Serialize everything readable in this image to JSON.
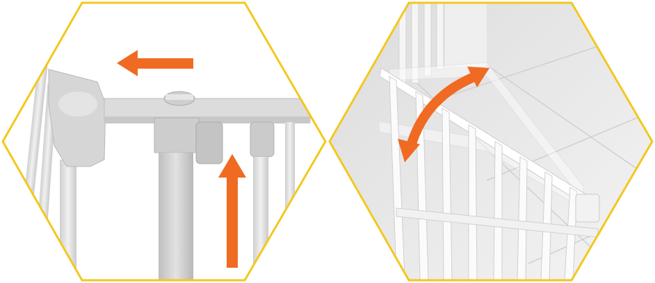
{
  "panels": [
    {
      "id": "latch-detail",
      "arrows": [
        {
          "direction": "left",
          "icon": "arrow-left-icon"
        },
        {
          "direction": "up",
          "icon": "arrow-up-icon"
        }
      ]
    },
    {
      "id": "gate-swing",
      "arrows": [
        {
          "direction": "bidirectional-curved",
          "icon": "curved-double-arrow-icon"
        }
      ]
    }
  ],
  "colors": {
    "frame": "#f2c81e",
    "arrow": "#f06a22",
    "background": "#ffffff",
    "gate": "#d8d8d8",
    "floor": "#e9e9e9"
  }
}
